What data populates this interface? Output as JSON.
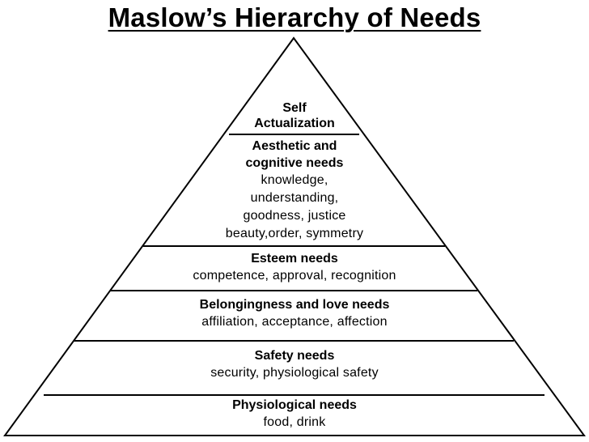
{
  "title": "Maslow’s Hierarchy of Needs",
  "levels": [
    {
      "id": "self-actualization",
      "name_lines": [
        "Self",
        "Actualization"
      ],
      "detail_lines": []
    },
    {
      "id": "aesthetic-cognitive",
      "name_lines": [
        "Aesthetic and",
        "cognitive needs"
      ],
      "detail_lines": [
        "knowledge,",
        "understanding,",
        "goodness, justice",
        "beauty,order, symmetry"
      ]
    },
    {
      "id": "esteem",
      "name_lines": [
        "Esteem needs"
      ],
      "detail_lines": [
        "competence, approval, recognition"
      ]
    },
    {
      "id": "belongingness",
      "name_lines": [
        "Belongingness and love needs"
      ],
      "detail_lines": [
        "affiliation, acceptance, affection"
      ]
    },
    {
      "id": "safety",
      "name_lines": [
        "Safety needs"
      ],
      "detail_lines": [
        "security, physiological safety"
      ]
    },
    {
      "id": "physiological",
      "name_lines": [
        "Physiological needs"
      ],
      "detail_lines": [
        "food, drink"
      ]
    }
  ],
  "colors": {
    "stroke": "#000000",
    "fill": "#ffffff"
  }
}
